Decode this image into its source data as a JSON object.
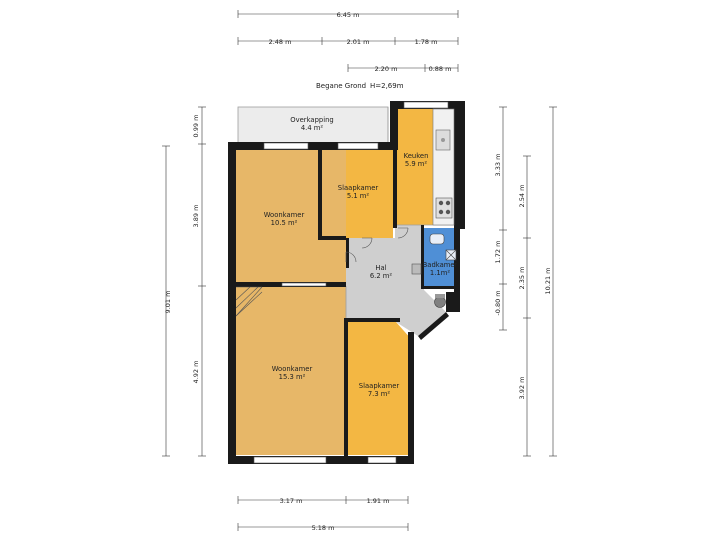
{
  "header": {
    "floor": "Begane Grond",
    "height": "H=2,69m"
  },
  "colors": {
    "living": "#e7b768",
    "bedroom": "#f3b743",
    "hall": "#cfcfcf",
    "bath": "#4f8fd6",
    "terrace": "#ececec",
    "wall": "#1a1a1a"
  },
  "rooms": [
    {
      "id": "overkapping",
      "name": "Overkapping",
      "area": "4.4 m²"
    },
    {
      "id": "keuken",
      "name": "Keuken",
      "area": "5.9 m²"
    },
    {
      "id": "slaapkamer-1",
      "name": "Slaapkamer",
      "area": "5.1 m²"
    },
    {
      "id": "woonkamer-1",
      "name": "Woonkamer",
      "area": "10.5 m²"
    },
    {
      "id": "hal",
      "name": "Hal",
      "area": "6.2 m²"
    },
    {
      "id": "badkamer",
      "name": "Badkamer",
      "area": "1.1m²"
    },
    {
      "id": "woonkamer-2",
      "name": "Woonkamer",
      "area": "15.3 m²"
    },
    {
      "id": "slaapkamer-2",
      "name": "Slaapkamer",
      "area": "7.3 m²"
    }
  ],
  "dimensions": {
    "top_total": "6.45 m",
    "top_seg_1": "2.48 m",
    "top_seg_2": "2.01 m",
    "top_seg_3": "1.78 m",
    "top_seg_4": "2.20 m",
    "top_seg_5": "0.88 m",
    "left_1": "0.99 m",
    "left_2": "3.89 m",
    "left_3": "4.92 m",
    "left_total": "9.01 m",
    "right_1": "3.33 m",
    "right_2": "1.72 m",
    "right_3": "-0.80 m",
    "right_4": "2.54 m",
    "right_5": "2.35 m",
    "right_6": "3.92 m",
    "right_total": "10.21 m",
    "bottom_1": "3.17 m",
    "bottom_2": "1.91 m",
    "bottom_total": "5.18 m"
  }
}
